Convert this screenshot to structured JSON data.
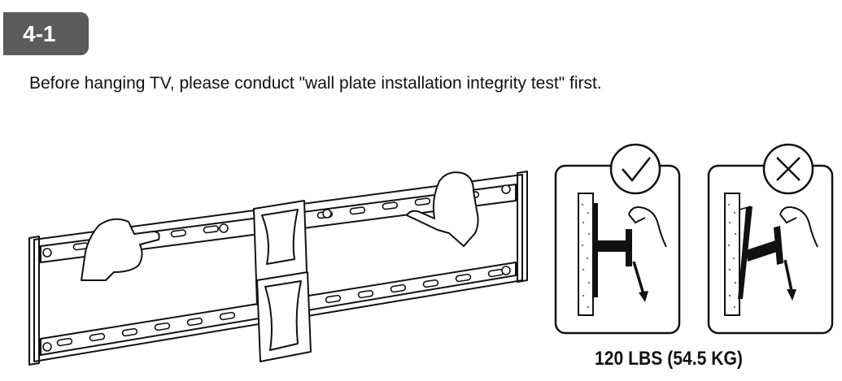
{
  "step": {
    "label": "4-1"
  },
  "instruction": {
    "text": "Before hanging TV, please conduct \"wall plate installation integrity test\" first."
  },
  "weight_label": {
    "text": "120 LBS (54.5 KG)"
  },
  "panels": [
    {
      "status": "correct",
      "icon": "check-icon"
    },
    {
      "status": "incorrect",
      "icon": "x-icon"
    }
  ],
  "colors": {
    "badge": "#5b5b5b",
    "line": "#111111"
  }
}
